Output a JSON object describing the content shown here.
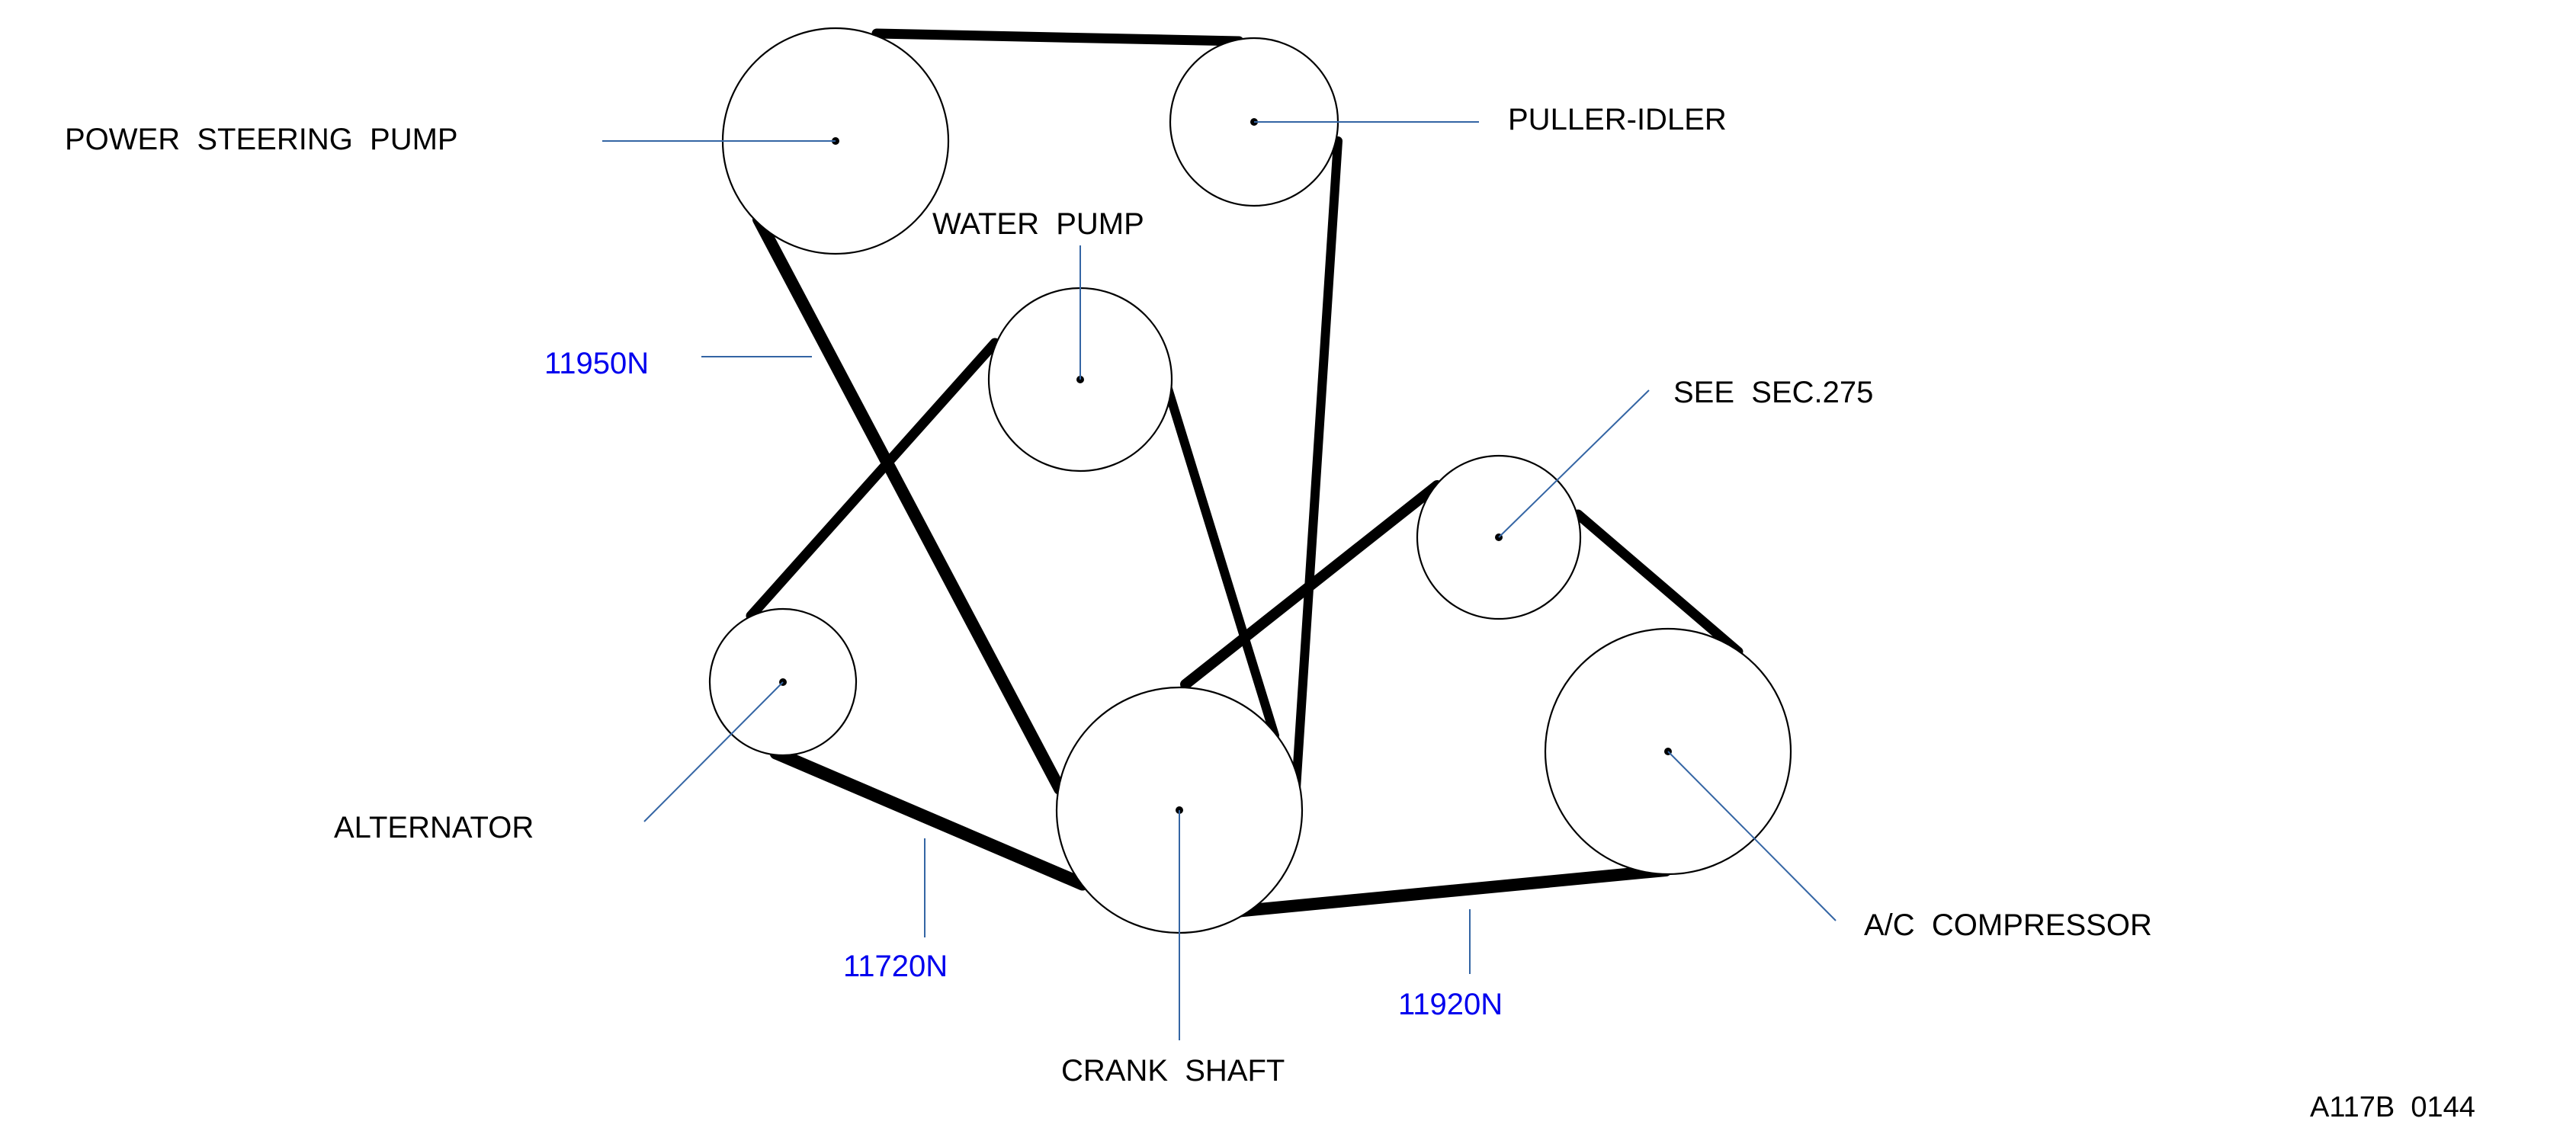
{
  "labels": {
    "power_steering_pump": "POWER  STEERING  PUMP",
    "puller_idler": "PULLER-IDLER",
    "water_pump": "WATER  PUMP",
    "see_sec": "SEE  SEC.275",
    "alternator": "ALTERNATOR",
    "ac_compressor": "A/C  COMPRESSOR",
    "crank_shaft": "CRANK  SHAFT"
  },
  "part_numbers": {
    "belt_power_steering": "11950N",
    "belt_alternator": "11720N",
    "belt_ac": "11920N"
  },
  "figure_ref": "A117B  0144",
  "colors": {
    "line": "#000000",
    "leader": "#3465a4",
    "part_number": "#0000ee"
  }
}
